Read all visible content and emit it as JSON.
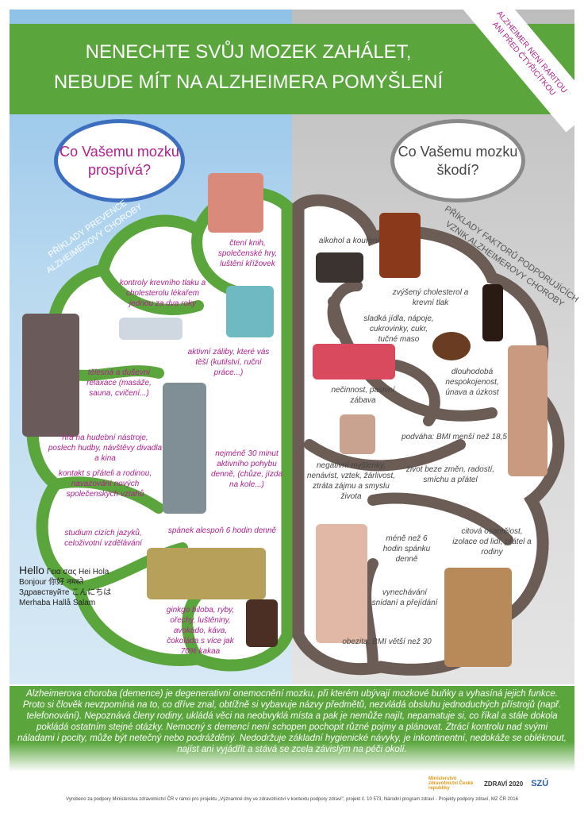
{
  "header": {
    "title_line1": "Nenechte svůj mozek zahálet,",
    "title_line2": "nebude mít na alzheimera pomyšlení"
  },
  "ribbon": {
    "line1": "Alzheimer není raritou",
    "line2": "ani před čtyřicítkou"
  },
  "left": {
    "question_line1": "Co Vašemu mozku",
    "question_line2": "prospívá?",
    "diagonal_line1": "Příklady prevence",
    "diagonal_line2": "Alzheimerovy choroby",
    "items": [
      "čtení knih, společenské hry, luštění křížovek",
      "kontroly krevního tlaku a cholesterolu lékařem jednou za dva roky",
      "aktivní záliby, které vás těší (kutilství, ruční práce...)",
      "tělesná a duševní relaxace (masáže, sauna, cvičení...)",
      "hra na hudební nástroje, poslech hudby, návštěvy divadla a kina",
      "nejméně 30 minut aktivního pohybu denně, (chůze, jízda na kole...)",
      "kontakt s přáteli a rodinou, navazování nových společenských vztahů",
      "studium cizích jazyků, celoživotní vzdělávání",
      "spánek alespoň 6 hodin denně",
      "ginkgo biloba, ryby, ořechy, luštěniny, avokádo, káva, čokoláda s více jak 70% kakaa"
    ],
    "language_words": [
      "Hello",
      "Γεια σας",
      "Hei",
      "Hola",
      "Bonjour",
      "你好",
      "नमस्ते",
      "Здравствуйте",
      "こんにちは",
      "Merhaba",
      "Hallå",
      "Salam"
    ]
  },
  "right": {
    "question_line1": "Co Vašemu mozku",
    "question_line2": "škodí?",
    "diagonal_line1": "Příklady faktorů podporujících",
    "diagonal_line2": "vznik Alzheimerovy choroby",
    "items": [
      "alkohol a kouření",
      "zvýšený cholesterol a krevní tlak",
      "sladká jídla, nápoje, cukrovinky, cukr, tučné maso",
      "nečinnost, pasivní zábava",
      "dlouhodobá nespokojenost, únava a úzkost",
      "podváha: BMI menší než 18,5",
      "negativní myšlenky, nenávist, vztek, žárlivost, ztráta zájmu a smyslu života",
      "život beze změn, radostí, smíchu a přátel",
      "citová osamělost, izolace od lidí, přátel a rodiny",
      "méně než 6 hodin spánku denně",
      "vynechávání snídaní a přejídání",
      "obezita: BMI větší než 30"
    ]
  },
  "description": "Alzheimerova choroba (demence) je degenerativní onemocnění mozku, při kterém ubývají mozkové buňky a vyhasíná jejich funkce. Proto si člověk nevzpomíná na to, co dříve znal, obtížně si vybavuje názvy předmětů, nezvládá obsluhu jednoduchých přístrojů (např. telefonování). Nepoznává členy rodiny, ukládá věci na neobvyklá místa a pak je nemůže najít, nepamatuje si, co říkal a stále dokola pokládá ostatním stejné otázky. Nemocný s demencí není schopen pochopit různé pojmy a plánovat. Ztrácí kontrolu nad svými náladami i pocity, může být netečný nebo podrážděný. Nedodržuje základní hygienické návyky, je inkontinentní, nedokáže se obléknout, najíst ani vyjádřit a stává se zcela závislým na péči okolí.",
  "logos": {
    "ministry": "Ministerstvo zdravotnictví České republiky",
    "zdravi": "ZDRAVÍ 2020",
    "szu": "SZÚ"
  },
  "footer": "Vyrobeno za podpory Ministerstva zdravotnictví ČR v rámci pro projektu „Významné dny ve zdravotnictví v kontextu podpory zdraví\", projekt č. 10 573, Národní program zdraví - Projekty podpory zdraví, MZ ČR 2016",
  "colors": {
    "green": "#5aa53c",
    "magenta": "#b0208e",
    "brown": "#6b5d55",
    "blue": "#3d6fc0"
  }
}
